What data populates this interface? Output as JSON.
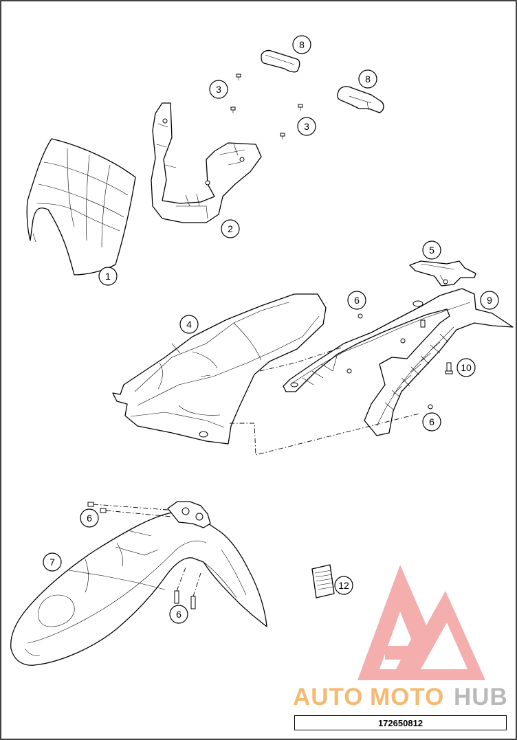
{
  "callouts": [
    {
      "id": "c1",
      "label": "1"
    },
    {
      "id": "c2",
      "label": "2"
    },
    {
      "id": "c3a",
      "label": "3"
    },
    {
      "id": "c3b",
      "label": "3"
    },
    {
      "id": "c4",
      "label": "4"
    },
    {
      "id": "c5",
      "label": "5"
    },
    {
      "id": "c6a",
      "label": "6"
    },
    {
      "id": "c6b",
      "label": "6"
    },
    {
      "id": "c6c",
      "label": "6"
    },
    {
      "id": "c6d",
      "label": "6"
    },
    {
      "id": "c7",
      "label": "7"
    },
    {
      "id": "c8a",
      "label": "8"
    },
    {
      "id": "c8b",
      "label": "8"
    },
    {
      "id": "c9",
      "label": "9"
    },
    {
      "id": "c10",
      "label": "10"
    },
    {
      "id": "c12",
      "label": "12"
    }
  ],
  "watermark": {
    "text_part1": "AUTO",
    "text_part2": "MOTO",
    "text_part3": "HUB",
    "color_orange": "#f5b971",
    "color_gray": "#b9b9b9",
    "logo_color": "#f08c8c"
  },
  "drawing_number": "172650812",
  "frame_color": "#000000"
}
